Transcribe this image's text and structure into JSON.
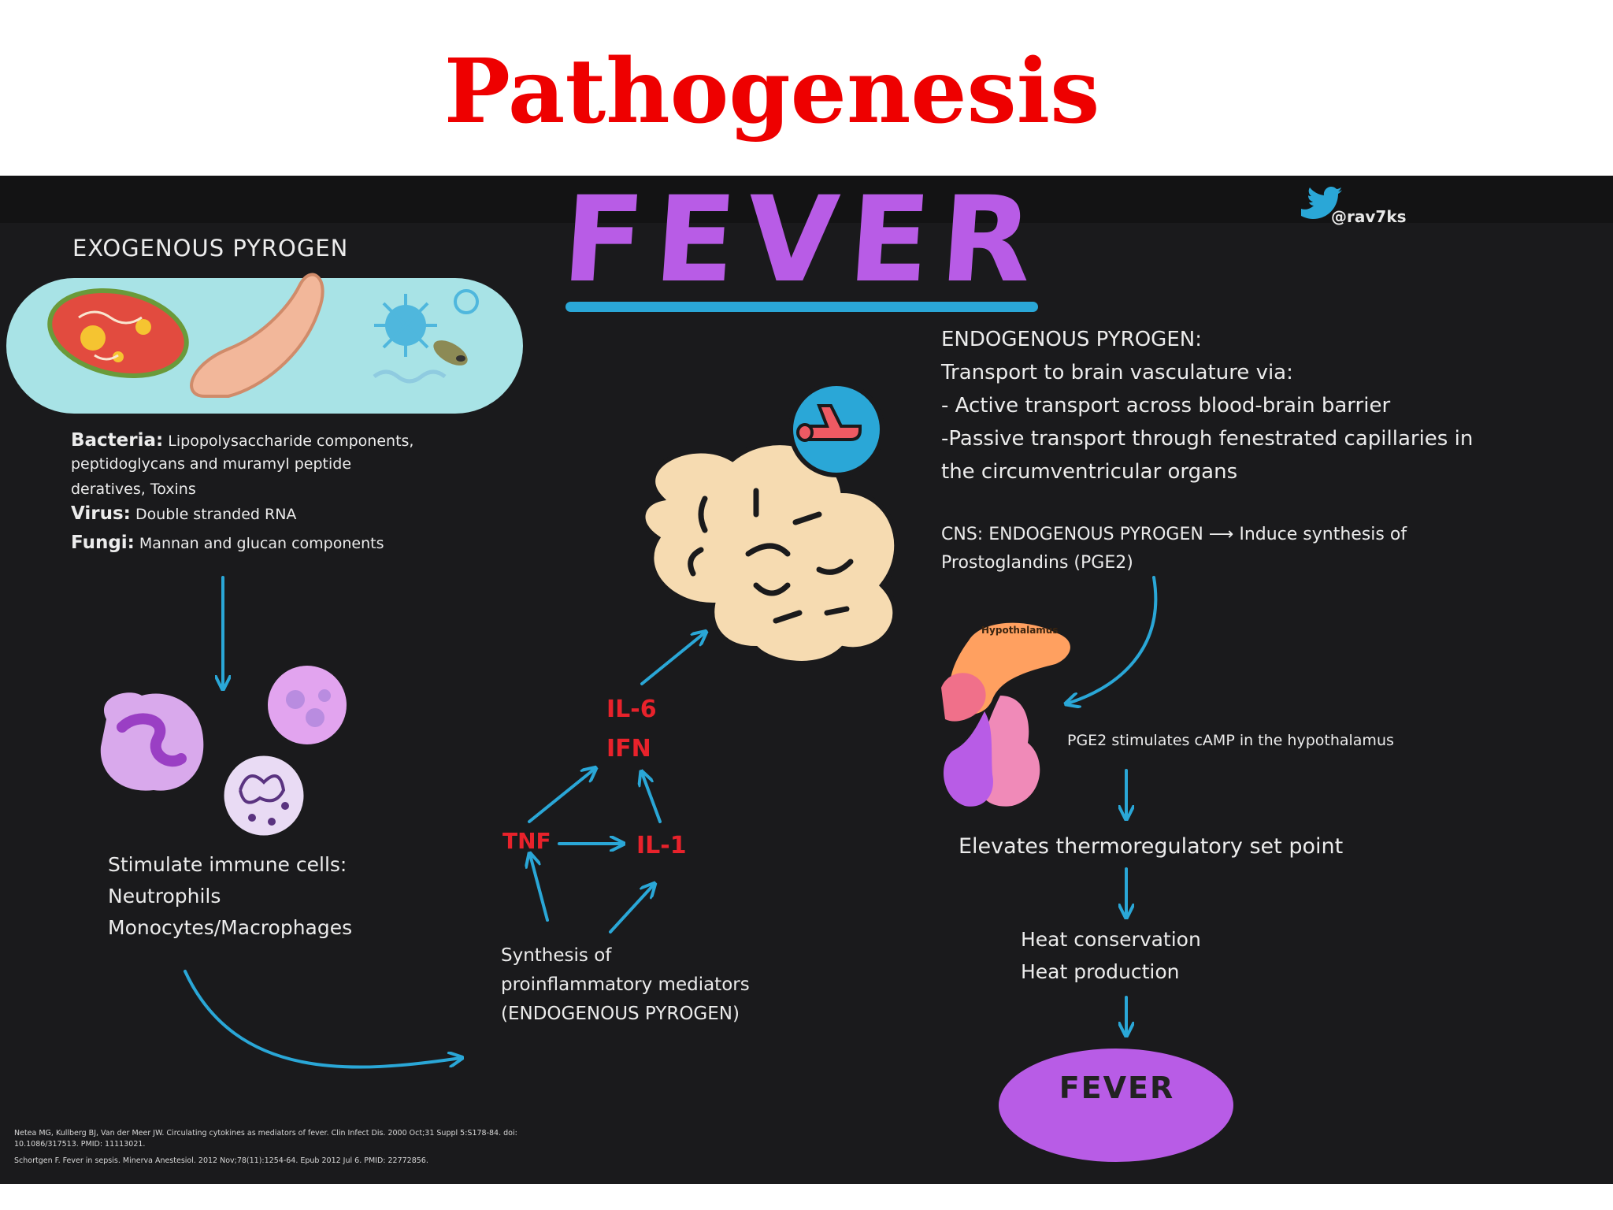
{
  "slide": {
    "title": "Pathogenesis"
  },
  "infographic": {
    "title": "FEVER",
    "handle": "@rav7ks",
    "exogenous": {
      "heading": "EXOGENOUS PYROGEN",
      "bacteria_label": "Bacteria:",
      "bacteria_line1": "Lipopolysaccharide components,",
      "bacteria_line2": "peptidoglycans and muramyl peptide",
      "bacteria_line3": "deratives, Toxins",
      "virus_label": "Virus:",
      "virus_text": "Double stranded RNA",
      "fungi_label": "Fungi:",
      "fungi_text": "Mannan and glucan components"
    },
    "immune": {
      "line1": "Stimulate immune cells:",
      "line2": "Neutrophils",
      "line3": "Monocytes/Macrophages"
    },
    "cytokines": {
      "il6": "IL-6",
      "ifn": "IFN",
      "tnf": "TNF",
      "il1": "IL-1"
    },
    "synthesis": {
      "line1": "Synthesis of",
      "line2": "proinflammatory mediators",
      "line3": "(ENDOGENOUS PYROGEN)"
    },
    "endogenous": {
      "line1": "ENDOGENOUS PYROGEN:",
      "line2": "Transport to brain vasculature via:",
      "line3": "- Active transport across blood-brain barrier",
      "line4": "-Passive transport through fenestrated capillaries in",
      "line5": "the circumventricular organs"
    },
    "cns": {
      "line1": "CNS: ENDOGENOUS PYROGEN ⟶ Induce synthesis of",
      "line2": "Prostoglandins (PGE2)"
    },
    "hypothalamus_label": "Hypothalamus",
    "pge2_text": "PGE2 stimulates cAMP in the hypothalamus",
    "setpoint_text": "Elevates thermoregulatory set point",
    "heat": {
      "line1": "Heat conservation",
      "line2": "Heat production"
    },
    "final_label": "FEVER",
    "references": {
      "line1": "Netea MG, Kullberg BJ, Van der Meer JW. Circulating cytokines as mediators of fever. Clin Infect Dis. 2000 Oct;31 Suppl 5:S178-84. doi:",
      "line2": "10.1086/317513. PMID: 11113021.",
      "line3": "Schortgen F. Fever in sepsis. Minerva Anestesiol. 2012 Nov;78(11):1254-64. Epub 2012 Jul 6. PMID: 22772856."
    }
  },
  "colors": {
    "title_red": "#ee0000",
    "panel_bg": "#1a1a1c",
    "arrow_blue": "#2aa7d7",
    "fever_purple": "#b85ce6",
    "cytokine_red": "#e8222b"
  }
}
